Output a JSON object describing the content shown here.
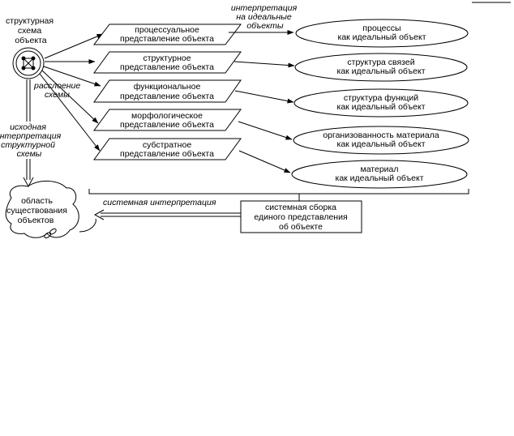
{
  "left": {
    "schema_label": [
      "структурная",
      "схема",
      "объекта"
    ],
    "stratification_label": [
      "расслоение",
      "схемы"
    ],
    "initial_interp_label": [
      "исходная",
      "интерпретация",
      "структурной",
      "схемы"
    ],
    "existence_area_label": [
      "область",
      "существования",
      "объектов"
    ]
  },
  "ideal_interp_label": [
    "интерпретация",
    "на идеальные",
    "объекты"
  ],
  "representations": [
    [
      "процессуальное",
      "представление объекта"
    ],
    [
      "структурное",
      "представление объекта"
    ],
    [
      "функциональное",
      "представление объекта"
    ],
    [
      "морфологическое",
      "представление объекта"
    ],
    [
      "субстратное",
      "представление объекта"
    ]
  ],
  "ideal_objects": [
    [
      "процессы",
      "как идеальный объект"
    ],
    [
      "структура связей",
      "как идеальный объект"
    ],
    [
      "структура функций",
      "как идеальный объект"
    ],
    [
      "организованность материала",
      "как идеальный объект"
    ],
    [
      "материал",
      "как идеальный объект"
    ]
  ],
  "system_interp_label": "системная интерпретация",
  "assembly_box": [
    "системная сборка",
    "единого представления",
    "об объекте"
  ]
}
